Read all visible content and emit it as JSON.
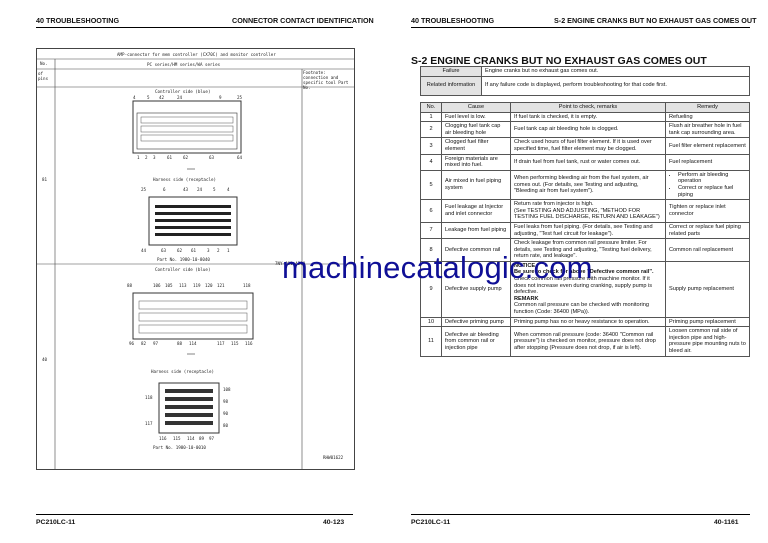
{
  "left_page": {
    "header_left": "40 TROUBLESHOOTING",
    "header_right": "CONNECTOR CONTACT IDENTIFICATION",
    "footer_left": "PC210LC-11",
    "footer_right": "40-123",
    "drawing": {
      "title": "AMP-connector for mem controller (CX70C) and monitor controller",
      "no_label": "No.",
      "pins_label": "of pins",
      "series_line": "PC series/HM series/WA series",
      "ref_note": "Footnote: connection and specific tool Part No.",
      "view1": "Controller side (blue)",
      "view1_pins_top": [
        "4",
        "5",
        "42",
        "24",
        "9",
        "25"
      ],
      "view1_pins_bottom": [
        "1",
        "2",
        "3",
        "61",
        "62",
        "63",
        "64"
      ],
      "row_81": "81",
      "view2": "Harness side (receptacle)",
      "view2_pins_top": [
        "25",
        "6",
        "43",
        "24",
        "5",
        "4"
      ],
      "view2_pins_bottom": [
        "44",
        "63",
        "62",
        "61",
        "3",
        "2",
        "1"
      ],
      "partno1": "Part No. 1980-10-8040",
      "partno2": "7NY-001-4290",
      "view3": "Controller side (blue)",
      "view3_pins_top": [
        "88",
        "106",
        "105",
        "113",
        "119",
        "120",
        "121",
        "118"
      ],
      "view3_pins_bottom": [
        "96",
        "82",
        "97",
        "88",
        "114",
        "117",
        "115",
        "116"
      ],
      "row_40": "40",
      "view4": "Harness side (receptacle)",
      "view4_pins_right": [
        "108",
        "98",
        "90",
        "80"
      ],
      "view4_pins_left": [
        "118",
        "117"
      ],
      "view4_pins_bottom": [
        "116",
        "115",
        "114",
        "89",
        "97"
      ],
      "partno3": "Part No. 1980-10-0010",
      "drawing_code": "RHW01622"
    }
  },
  "right_page": {
    "header_left": "40 TROUBLESHOOTING",
    "header_right": "S-2 ENGINE CRANKS BUT NO EXHAUST GAS COMES OUT",
    "section_title": "S-2 ENGINE CRANKS BUT NO EXHAUST GAS COMES OUT",
    "failure_label": "Failure",
    "failure_value": "Engine cranks but no exhaust gas comes out.",
    "related_label": "Related information",
    "related_value": "If any failure code is displayed, perform troubleshooting for that code first.",
    "columns": [
      "No.",
      "Cause",
      "Point to check, remarks",
      "Remedy"
    ],
    "rows": [
      {
        "no": "1",
        "cause": "Fuel level is low.",
        "point": "If fuel tank is checked, it is empty.",
        "remedy": "Refueling"
      },
      {
        "no": "2",
        "cause": "Clogging fuel tank cap air bleeding hole",
        "point": "Fuel tank cap air bleeding hole is clogged.",
        "remedy": "Flush air breather hole in fuel tank cap surrounding area."
      },
      {
        "no": "3",
        "cause": "Clogged fuel filter element",
        "point": "Check used hours of fuel filter element. If it is used over specified time, fuel filter element may be clogged.",
        "remedy": "Fuel filter element replacement"
      },
      {
        "no": "4",
        "cause": "Foreign materials are mixed into fuel.",
        "point": "If drain fuel from fuel tank, rust or water comes out.",
        "remedy": "Fuel replacement"
      },
      {
        "no": "5",
        "cause": "Air mixed in fuel piping system",
        "point": "When performing bleeding air from the fuel system, air comes out. (For details, see Testing and adjusting, \"Bleeding air from fuel system\").",
        "remedy_items": [
          "Perform air bleeding operation",
          "Correct or replace fuel piping"
        ]
      },
      {
        "no": "6",
        "cause": "Fuel leakage at Injector and inlet connector",
        "point_lines": [
          "Return rate from injector is high.",
          "(See TESTING AND ADJUSTING, \"METHOD FOR TESTING FUEL DISCHARGE, RETURN AND LEAKAGE\")"
        ],
        "remedy": "Tighten or replace inlet connector"
      },
      {
        "no": "7",
        "cause": "Leakage from fuel piping",
        "point": "Fuel leaks from fuel piping. (For details, see Testing and adjusting, \"Test fuel circuit for leakage\").",
        "remedy": "Correct or replace fuel piping related parts"
      },
      {
        "no": "8",
        "cause": "Defective common rail",
        "point": "Check leakage from common rail pressure limiter. For details, see Testing and adjusting, \"Testing fuel delivery, return rate, and leakage\".",
        "remedy": "Common rail replacement"
      },
      {
        "no": "9",
        "cause": "Defective supply pump",
        "notice_title": "NOTICE",
        "notice_text": "Be sure to check for above \"Defective common rail\".",
        "point": "Check common rail pressure with machine monitor. If it does not increase even during cranking, supply pump is defective.",
        "remark_title": "REMARK",
        "remark_text": "Common rail pressure can be checked with monitoring function (Code: 36400 (MPa)).",
        "remedy": "Supply pump replacement"
      },
      {
        "no": "10",
        "cause": "Defective priming pump",
        "point": "Priming pump has no or heavy resistance to operation.",
        "remedy": "Priming pump replacement"
      },
      {
        "no": "11",
        "cause": "Defective air bleeding from common rail or injection pipe",
        "point": "When common rail pressure (code: 36400 \"Common rail pressure\") is checked on monitor, pressure does not drop after stopping (Pressure does not drop, if air is left).",
        "remedy": "Loosen common rail side of injection pipe and high-pressure pipe mounting nuts to bleed air."
      }
    ],
    "footer_left": "PC210LC-11",
    "footer_right": "40-1161"
  },
  "watermark": "machinecatalogic.com"
}
